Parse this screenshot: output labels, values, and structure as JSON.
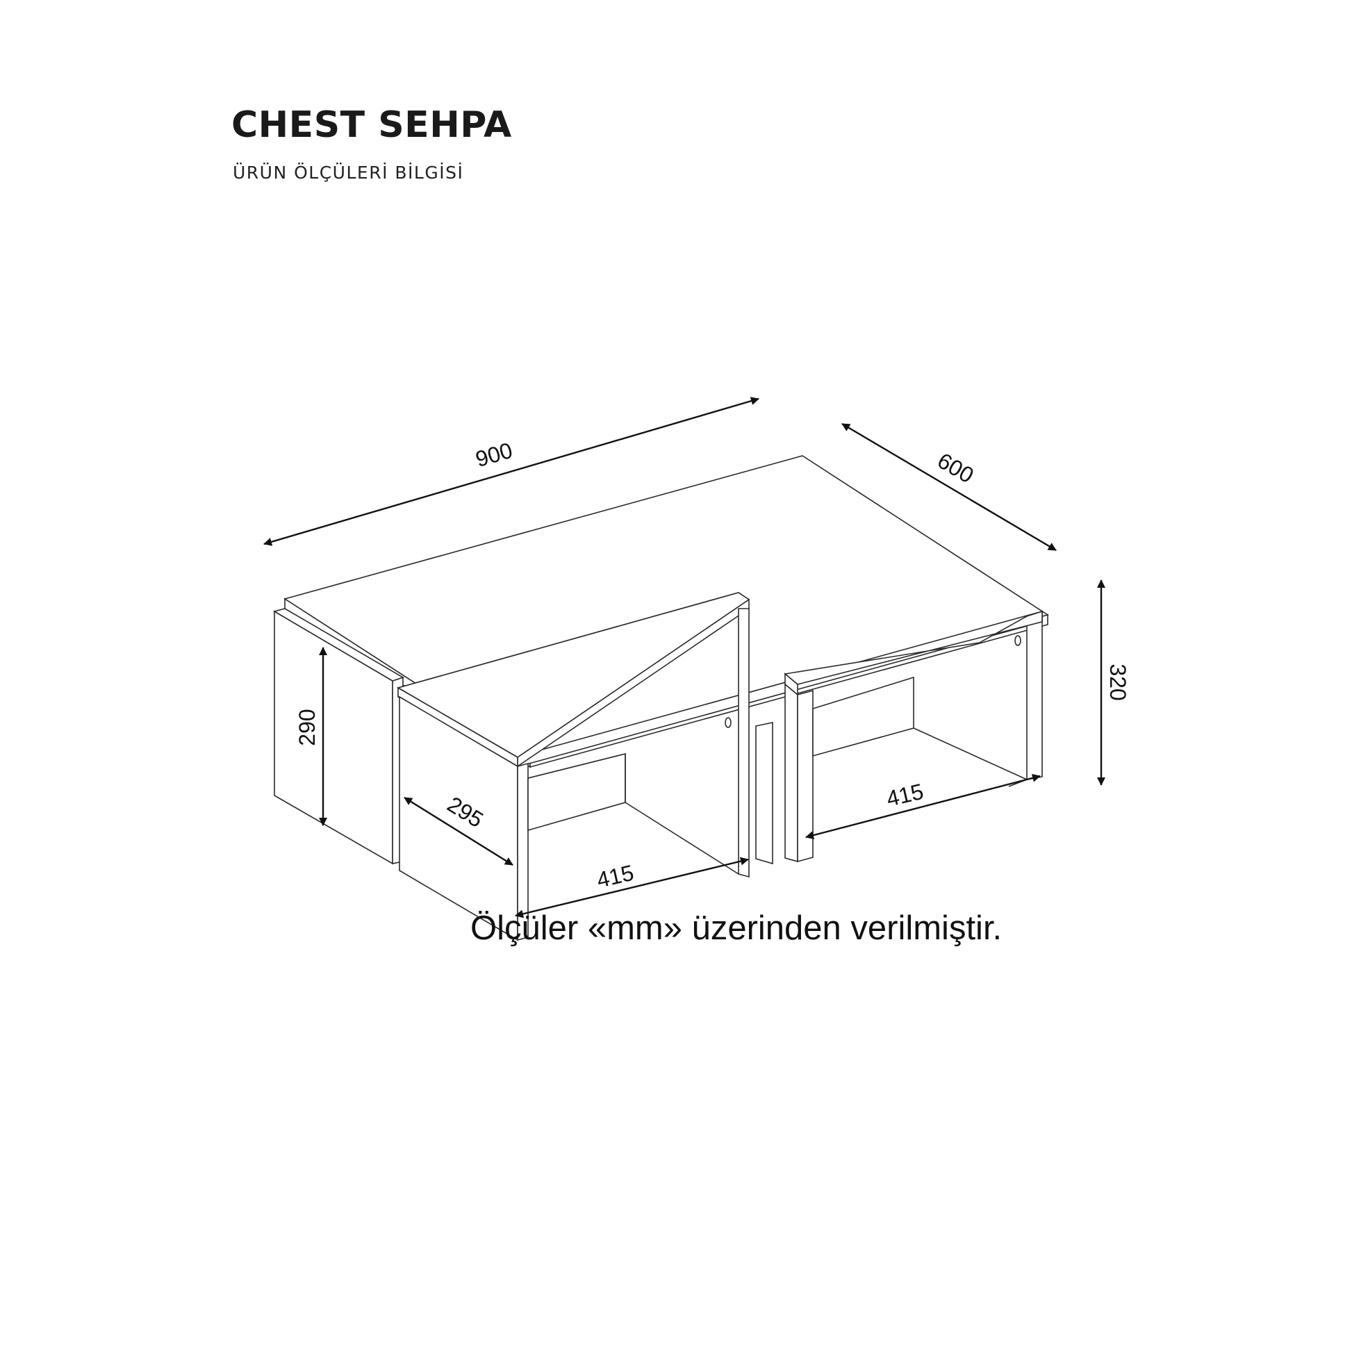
{
  "header": {
    "title": "CHEST SEHPA",
    "subtitle": "ÜRÜN ÖLÇÜLERİ BİLGİSİ"
  },
  "dimensions": {
    "length": "900",
    "depth": "600",
    "height": "320",
    "stool_height": "290",
    "stool_depth": "295",
    "stool_width_front": "415",
    "stool_width_right": "415"
  },
  "footer": {
    "note": "Ölçüler «mm» üzerinden verilmiştir."
  },
  "colors": {
    "line": "#2a2a2a",
    "background": "#ffffff"
  }
}
